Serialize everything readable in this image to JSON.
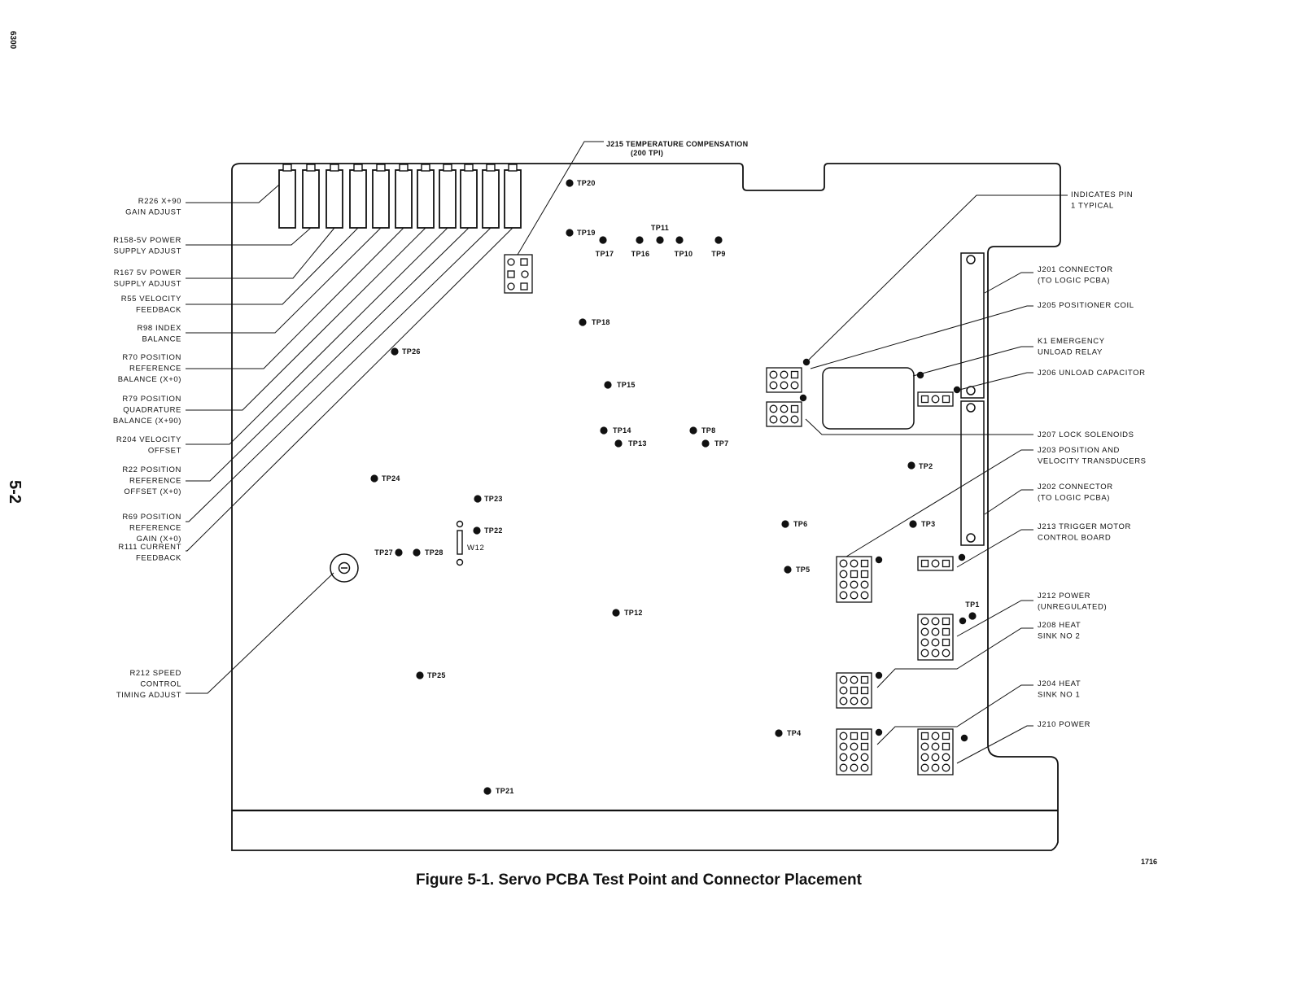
{
  "margin": {
    "doc_code": "6300",
    "page_number": "5-2"
  },
  "top_label": {
    "line1": "J215 TEMPERATURE COMPENSATION",
    "line2": "(200 TPI)"
  },
  "left_labels": [
    {
      "id": "r226",
      "lines": [
        "R226  X+90",
        "GAIN ADJUST"
      ]
    },
    {
      "id": "r158",
      "lines": [
        "R158-5V POWER",
        "SUPPLY ADJUST"
      ]
    },
    {
      "id": "r167",
      "lines": [
        "R167  5V POWER",
        "SUPPLY ADJUST"
      ]
    },
    {
      "id": "r55",
      "lines": [
        "R55 VELOCITY",
        "FEEDBACK"
      ]
    },
    {
      "id": "r98",
      "lines": [
        "R98 INDEX",
        "BALANCE"
      ]
    },
    {
      "id": "r70",
      "lines": [
        "R70 POSITION",
        "REFERENCE",
        "BALANCE (X+0)"
      ]
    },
    {
      "id": "r79",
      "lines": [
        "R79 POSITION",
        "QUADRATURE",
        "BALANCE (X+90)"
      ]
    },
    {
      "id": "r204",
      "lines": [
        "R204 VELOCITY",
        "OFFSET"
      ]
    },
    {
      "id": "r22",
      "lines": [
        "R22 POSITION",
        "REFERENCE",
        "OFFSET (X+0)"
      ]
    },
    {
      "id": "r69",
      "lines": [
        "R69 POSITION",
        "REFERENCE",
        "GAIN (X+0)"
      ]
    },
    {
      "id": "r111",
      "lines": [
        "R111 CURRENT",
        "FEEDBACK"
      ]
    },
    {
      "id": "r212",
      "lines": [
        "R212 SPEED",
        "CONTROL",
        "TIMING ADJUST"
      ]
    }
  ],
  "right_labels": [
    {
      "id": "pin1",
      "lines": [
        "INDICATES PIN",
        "1 TYPICAL"
      ]
    },
    {
      "id": "j201",
      "lines": [
        "J201 CONNECTOR",
        "(TO LOGIC PCBA)"
      ]
    },
    {
      "id": "j205",
      "lines": [
        "J205 POSITIONER COIL"
      ]
    },
    {
      "id": "k1",
      "lines": [
        "K1 EMERGENCY",
        "UNLOAD RELAY"
      ]
    },
    {
      "id": "j206",
      "lines": [
        "J206 UNLOAD CAPACITOR"
      ]
    },
    {
      "id": "j207",
      "lines": [
        "J207 LOCK SOLENOIDS"
      ]
    },
    {
      "id": "j203",
      "lines": [
        "J203 POSITION AND",
        "VELOCITY TRANSDUCERS"
      ]
    },
    {
      "id": "j202",
      "lines": [
        "J202 CONNECTOR",
        "(TO LOGIC PCBA)"
      ]
    },
    {
      "id": "j213",
      "lines": [
        "J213 TRIGGER MOTOR",
        "CONTROL BOARD"
      ]
    },
    {
      "id": "j212",
      "lines": [
        "J212 POWER",
        "(UNREGULATED)"
      ]
    },
    {
      "id": "j208",
      "lines": [
        "J208 HEAT",
        "SINK NO 2"
      ]
    },
    {
      "id": "j204",
      "lines": [
        "J204 HEAT",
        "SINK NO 1"
      ]
    },
    {
      "id": "j210",
      "lines": [
        "J210 POWER"
      ]
    }
  ],
  "test_points": [
    "TP1",
    "TP2",
    "TP3",
    "TP4",
    "TP5",
    "TP6",
    "TP7",
    "TP8",
    "TP9",
    "TP10",
    "TP11",
    "TP12",
    "TP13",
    "TP14",
    "TP15",
    "TP16",
    "TP17",
    "TP18",
    "TP19",
    "TP20",
    "TP21",
    "TP22",
    "TP23",
    "TP24",
    "TP25",
    "TP26",
    "TP27",
    "TP28"
  ],
  "jumper_label": "W12",
  "figure_number": "1716",
  "caption": "Figure 5-1.  Servo PCBA Test Point and Connector Placement"
}
